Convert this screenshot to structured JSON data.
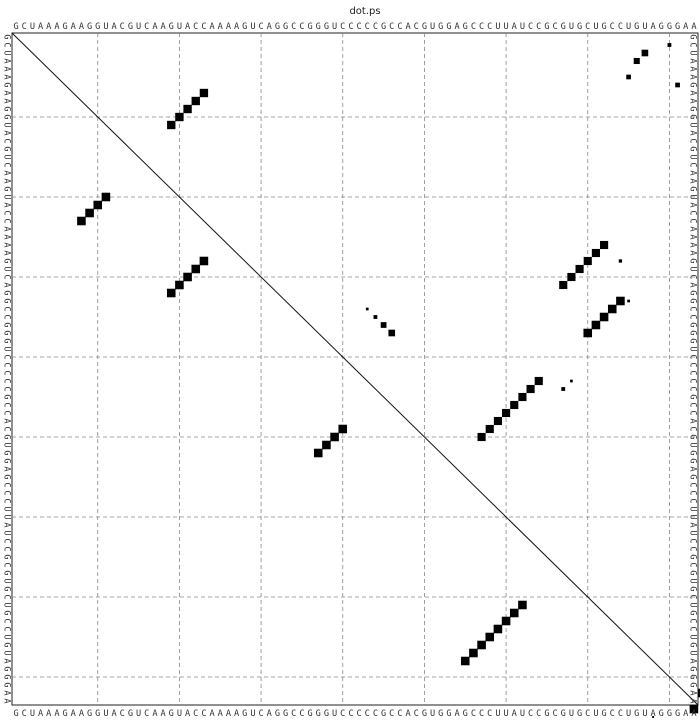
{
  "title": "dot.ps",
  "sequence": "GCUAAAGAAGGUACGUCAAGUACCAAAAGUCAGGCCGGGUCCCCCGCCACGUGGAGCCCUUAUCCGCGUGCUGCCUGUAGGGAA",
  "chart_data": {
    "type": "heatmap",
    "grid": "dashed every 10 nt",
    "upper_triangle": "base-pair probabilities (dot size ~ sqrt(p))",
    "lower_triangle": "minimum free energy structure",
    "upper_pairs": [
      {
        "i": 3,
        "j": 78,
        "p": 0.6
      },
      {
        "i": 4,
        "j": 77,
        "p": 0.5
      },
      {
        "i": 6,
        "j": 76,
        "p": 0.3
      },
      {
        "i": 7,
        "j": 82,
        "p": 0.3
      },
      {
        "i": 2,
        "j": 81,
        "p": 0.2
      },
      {
        "i": 8,
        "j": 24,
        "p": 0.95
      },
      {
        "i": 9,
        "j": 23,
        "p": 0.95
      },
      {
        "i": 10,
        "j": 22,
        "p": 0.95
      },
      {
        "i": 11,
        "j": 21,
        "p": 0.95
      },
      {
        "i": 12,
        "j": 20,
        "p": 0.95
      },
      {
        "i": 27,
        "j": 73,
        "p": 0.9
      },
      {
        "i": 28,
        "j": 72,
        "p": 0.9
      },
      {
        "i": 29,
        "j": 71,
        "p": 0.9
      },
      {
        "i": 30,
        "j": 70,
        "p": 0.9
      },
      {
        "i": 31,
        "j": 69,
        "p": 0.9
      },
      {
        "i": 32,
        "j": 68,
        "p": 0.9
      },
      {
        "i": 38,
        "j": 47,
        "p": 0.6
      },
      {
        "i": 37,
        "j": 46,
        "p": 0.45
      },
      {
        "i": 36,
        "j": 45,
        "p": 0.2
      },
      {
        "i": 35,
        "j": 44,
        "p": 0.1
      },
      {
        "i": 44,
        "j": 65,
        "p": 0.9
      },
      {
        "i": 45,
        "j": 64,
        "p": 0.9
      },
      {
        "i": 46,
        "j": 63,
        "p": 0.9
      },
      {
        "i": 47,
        "j": 62,
        "p": 0.9
      },
      {
        "i": 48,
        "j": 61,
        "p": 0.9
      },
      {
        "i": 49,
        "j": 60,
        "p": 0.9
      },
      {
        "i": 50,
        "j": 59,
        "p": 0.9
      },
      {
        "i": 51,
        "j": 58,
        "p": 0.9
      },
      {
        "i": 45,
        "j": 68,
        "p": 0.2
      },
      {
        "i": 44,
        "j": 69,
        "p": 0.1
      },
      {
        "i": 29,
        "j": 75,
        "p": 0.15
      },
      {
        "i": 34,
        "j": 76,
        "p": 0.1
      },
      {
        "i": 86,
        "j": 79,
        "p": 0.05
      }
    ],
    "lower_pairs": [
      {
        "i": 9,
        "j": 24
      },
      {
        "i": 10,
        "j": 23
      },
      {
        "i": 11,
        "j": 22
      },
      {
        "i": 12,
        "j": 21
      },
      {
        "i": 20,
        "j": 33
      },
      {
        "i": 21,
        "j": 32
      },
      {
        "i": 22,
        "j": 31
      },
      {
        "i": 23,
        "j": 30
      },
      {
        "i": 24,
        "j": 29
      },
      {
        "i": 38,
        "j": 53
      },
      {
        "i": 39,
        "j": 52
      },
      {
        "i": 40,
        "j": 51
      },
      {
        "i": 41,
        "j": 50
      },
      {
        "i": 56,
        "j": 79
      },
      {
        "i": 57,
        "j": 78
      },
      {
        "i": 58,
        "j": 77
      },
      {
        "i": 59,
        "j": 76
      },
      {
        "i": 60,
        "j": 75
      },
      {
        "i": 61,
        "j": 74
      },
      {
        "i": 62,
        "j": 73
      },
      {
        "i": 63,
        "j": 72
      },
      {
        "i": 71,
        "j": 38
      },
      {
        "i": 72,
        "j": 37
      },
      {
        "i": 73,
        "j": 36
      },
      {
        "i": 74,
        "j": 35
      },
      {
        "i": 75,
        "j": 34
      },
      {
        "i": 85,
        "j": 83
      },
      {
        "i": 84,
        "j": 85
      },
      {
        "i": 86,
        "j": 84
      }
    ]
  }
}
